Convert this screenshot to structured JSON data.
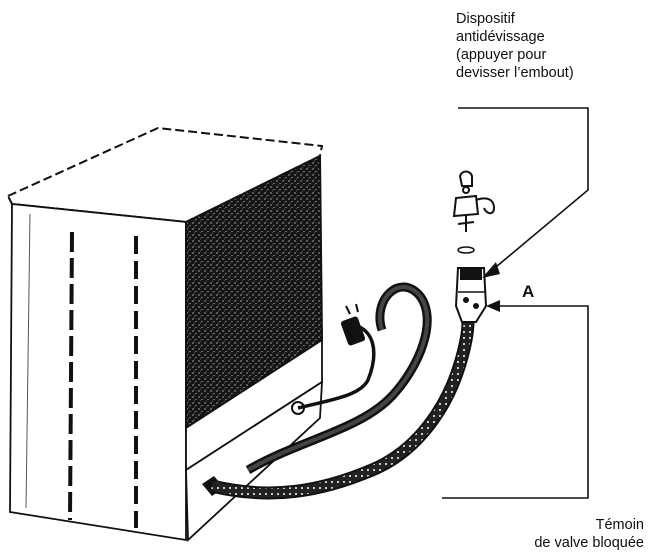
{
  "callouts": {
    "top": {
      "lines": [
        "Dispositif",
        "antidévissage",
        "(appuyer pour",
        "devisser l’embout)"
      ]
    },
    "marker": "A",
    "bottom": {
      "lines": [
        "Témoin",
        "de valve bloquée"
      ]
    }
  },
  "colors": {
    "ink": "#111111",
    "paper": "#ffffff",
    "panel_speckle": "#1a1a1a"
  },
  "icons": [
    "dishwasher-illustration",
    "tap-connector-icon",
    "power-plug-icon",
    "hose-icon"
  ]
}
